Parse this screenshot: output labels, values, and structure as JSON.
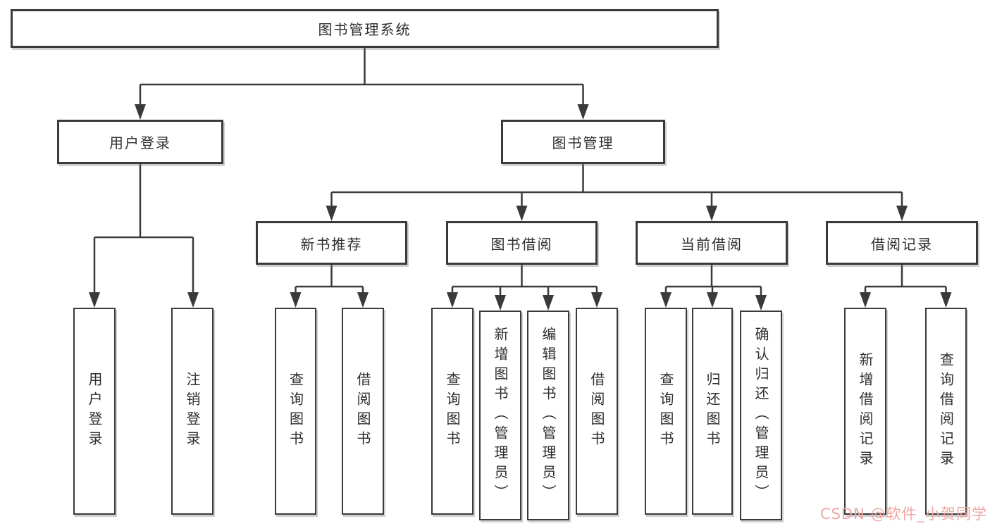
{
  "page": {
    "background": "#ffffff"
  },
  "colors": {
    "line-color": "#3a3a3a",
    "box-border-color": "#3a3a3a",
    "text-color": "#2e2e2e",
    "watermark-color": "#efa8a4"
  },
  "tree": {
    "root": {
      "label": "图书管理系统"
    },
    "children": [
      {
        "label": "用户登录",
        "children": [
          {
            "label": "用户登录"
          },
          {
            "label": "注销登录"
          }
        ]
      },
      {
        "label": "图书管理",
        "children": [
          {
            "label": "新书推荐",
            "children": [
              {
                "label": "查询图书"
              },
              {
                "label": "借阅图书"
              }
            ]
          },
          {
            "label": "图书借阅",
            "children": [
              {
                "label": "查询图书"
              },
              {
                "label": "新增图书（管理员）"
              },
              {
                "label": "编辑图书（管理员）"
              },
              {
                "label": "借阅图书"
              }
            ]
          },
          {
            "label": "当前借阅",
            "children": [
              {
                "label": "查询图书"
              },
              {
                "label": "归还图书"
              },
              {
                "label": "确认归还（管理员）"
              }
            ]
          },
          {
            "label": "借阅记录",
            "children": [
              {
                "label": "新增借阅记录"
              },
              {
                "label": "查询借阅记录"
              }
            ]
          }
        ]
      }
    ]
  },
  "watermark": {
    "text": "CSDN @软件_小贺同学"
  }
}
